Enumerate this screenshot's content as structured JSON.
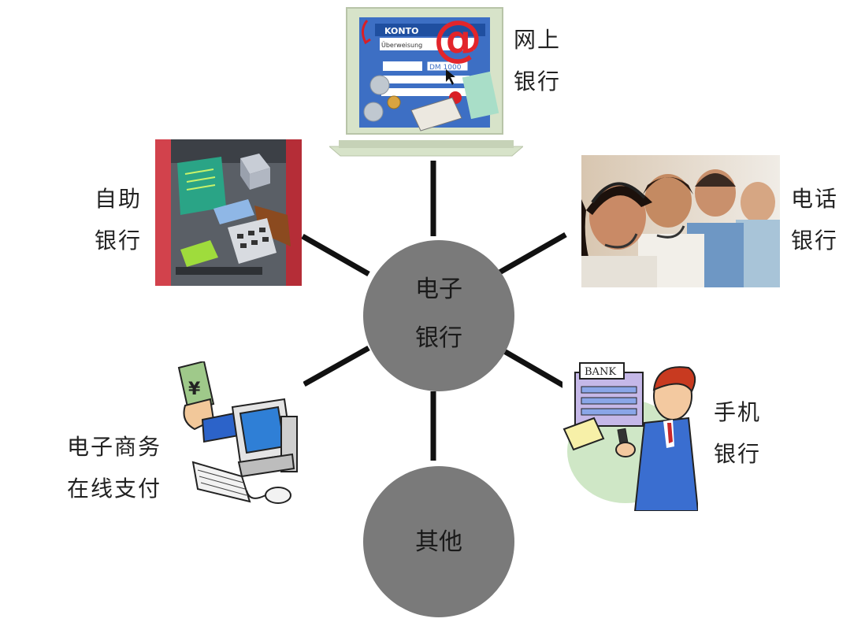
{
  "center": {
    "line1": "电子",
    "line2": "银行"
  },
  "other": {
    "label": "其他"
  },
  "branches": {
    "online": {
      "line1": "网上",
      "line2": "银行",
      "icon": "laptop-online-banking-icon"
    },
    "selfservice": {
      "line1": "自助",
      "line2": "银行",
      "icon": "atm-icon"
    },
    "phone": {
      "line1": "电话",
      "line2": "银行",
      "icon": "call-center-icon"
    },
    "ecommerce": {
      "line1": "电子商务",
      "line2": "在线支付",
      "icon": "computer-payment-icon"
    },
    "mobile": {
      "line1": "手机",
      "line2": "银行",
      "icon": "mobile-banking-icon"
    }
  },
  "illustration_text": {
    "konto": "KONTO",
    "ueberweisung": "Überweisung",
    "amount": "DM 1000",
    "at_sign": "@",
    "bank": "BANK",
    "yen": "¥"
  },
  "colors": {
    "hub": "#7a7a7a",
    "spoke": "#111111"
  }
}
